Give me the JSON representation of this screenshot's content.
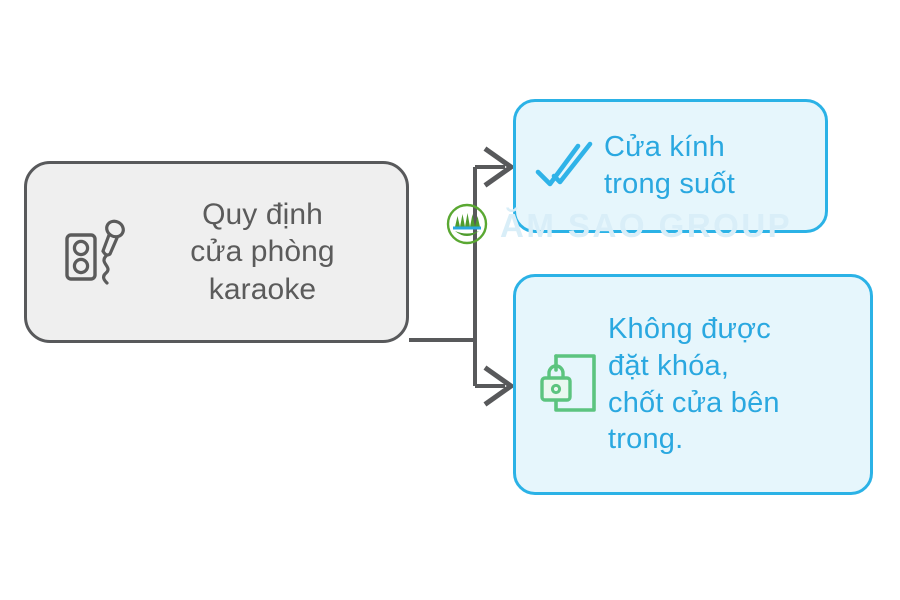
{
  "diagram": {
    "type": "mind-map",
    "orientation": "left-to-right",
    "background": "#ffffff",
    "nodes": [
      {
        "id": "root",
        "label_lines": [
          "Quy định",
          "cửa phòng",
          "karaoke"
        ],
        "icon": "speaker-microphone-icon",
        "fill": "#efefef",
        "border": "#58595b",
        "text_color": "#5b5b5b"
      },
      {
        "id": "branch-top",
        "label_lines": [
          "Cửa kính",
          "trong suốt"
        ],
        "icon": "double-check-icon",
        "fill": "#e6f6fc",
        "border": "#2bb2e6",
        "text_color": "#2aa8e0",
        "icon_color": "#2fb3e8"
      },
      {
        "id": "branch-bottom",
        "label_lines": [
          "Không được",
          "đặt khóa,",
          "chốt cửa bên",
          "trong."
        ],
        "icon": "locked-document-icon",
        "fill": "#e6f6fc",
        "border": "#2bb2e6",
        "text_color": "#2aa8e0",
        "icon_color": "#5cc47f"
      }
    ],
    "connectors": {
      "color": "#58595b",
      "arrow_style": "open-chevron",
      "edges": [
        {
          "from": "root",
          "to": "branch-top"
        },
        {
          "from": "root",
          "to": "branch-bottom"
        }
      ]
    }
  },
  "watermark": {
    "text": "ĂM SAO GROUP",
    "logo": "five-star-group-logo",
    "logo_color": "#5aa832",
    "text_color": "#d9eef8"
  }
}
